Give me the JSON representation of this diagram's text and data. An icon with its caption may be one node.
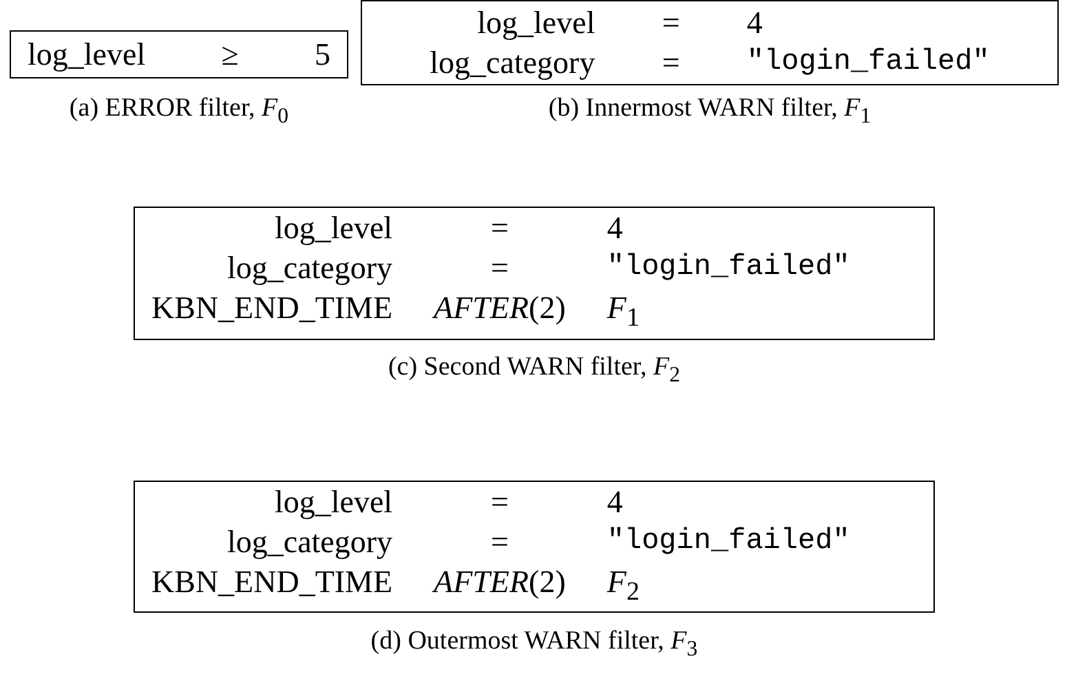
{
  "diagram": {
    "nodes": [
      {
        "text": [
          "log_level",
          "≥",
          "5"
        ],
        "beside": [
          "(a) ERROR filter, *F*$_{0}$"
        ]
      },
      {
        "text": [
          "log_level",
          "=",
          "4",
          "log_category",
          "=",
          "\"login_failed\""
        ],
        "beside": [
          "(b) Innermost WARN filter, *F*$_{1}$"
        ]
      },
      {
        "text": [
          "log_level",
          "=",
          "4",
          "log_category",
          "=",
          "\"login_failed\"",
          "KBN_END_TIME",
          "*AFTER*(2)",
          "*F*$_{1}$"
        ],
        "beside": [
          "(c) Second WARN filter, *F*$_{2}$"
        ]
      },
      {
        "text": [
          "log_level",
          "=",
          "4",
          "log_category",
          "=",
          "\"login_failed\"",
          "KBN_END_TIME",
          "*AFTER*(2)",
          "*F*$_{2}$"
        ],
        "beside": [
          "(d) Outermost WARN filter, *F*$_{3}$"
        ]
      }
    ],
    "edges": []
  }
}
